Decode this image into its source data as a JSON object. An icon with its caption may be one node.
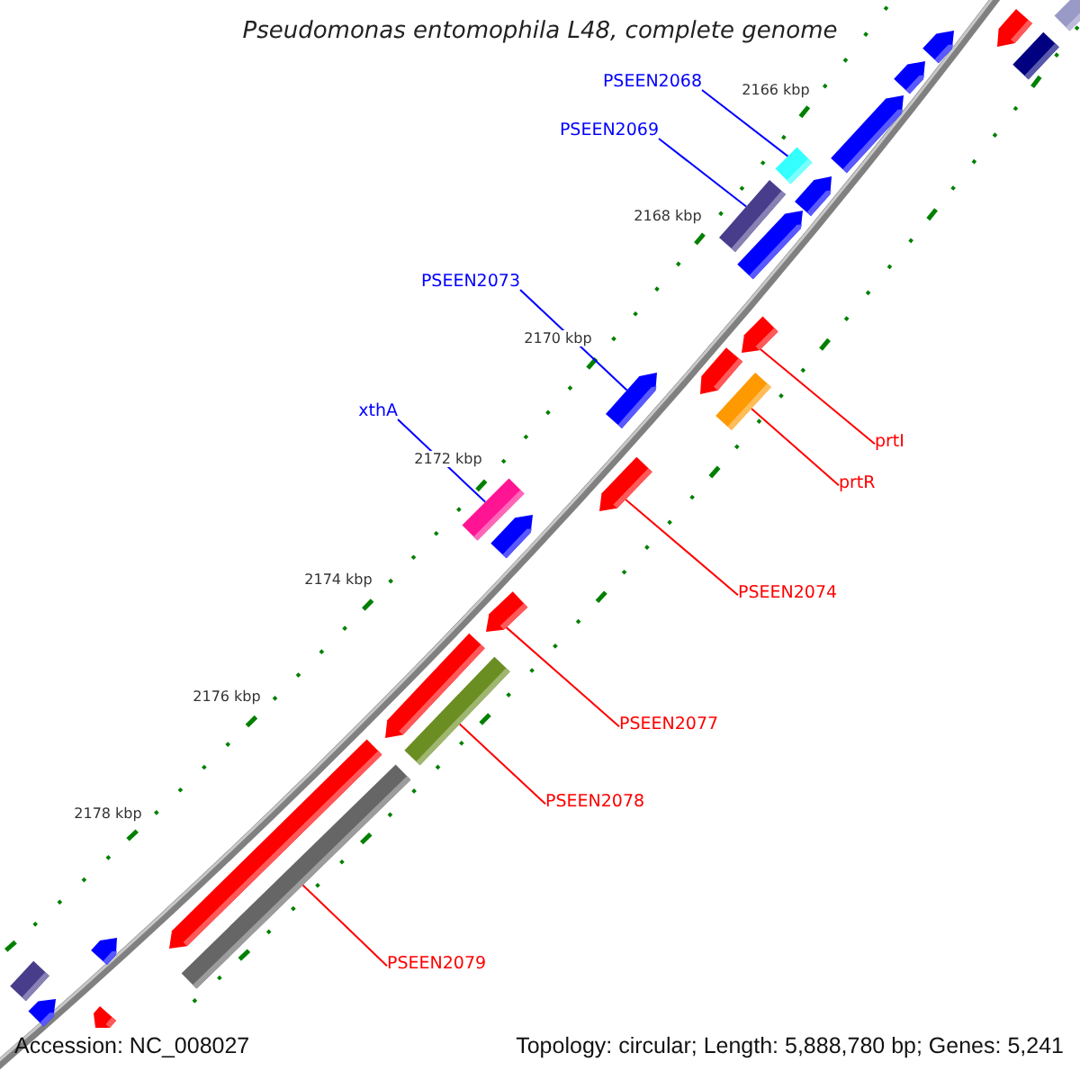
{
  "diagram": {
    "title": "Pseudomonas entomophila L48, complete genome",
    "nodes": [
      {
        "text": [
          "PSEEN2068"
        ]
      },
      {
        "text": [],
        "shape": "box"
      },
      {
        "text": [
          "PSEEN2069"
        ]
      },
      {
        "text": [],
        "shape": "box"
      },
      {
        "text": [
          "PSEEN2073"
        ]
      },
      {
        "text": [],
        "shape": "pentagon"
      },
      {
        "text": [
          "xthA"
        ]
      },
      {
        "text": [],
        "shape": "box"
      },
      {
        "text": [
          "prtI"
        ]
      },
      {
        "text": [],
        "shape": "pentagon"
      },
      {
        "text": [
          "prtR"
        ]
      },
      {
        "text": [],
        "shape": "box"
      },
      {
        "text": [
          "PSEEN2074"
        ]
      },
      {
        "text": [],
        "shape": "pentagon"
      },
      {
        "text": [
          "PSEEN2077"
        ]
      },
      {
        "text": [],
        "shape": "pentagon"
      },
      {
        "text": [
          "PSEEN2078"
        ]
      },
      {
        "text": [],
        "shape": "box"
      },
      {
        "text": [
          "PSEEN2079"
        ]
      },
      {
        "text": [],
        "shape": "box"
      },
      {
        "text": [],
        "shape": "box"
      },
      {
        "text": [],
        "shape": "pentagon"
      },
      {
        "text": [],
        "shape": "pentagon"
      },
      {
        "text": [],
        "shape": "box"
      },
      {
        "text": [],
        "shape": "pentagon"
      },
      {
        "text": [],
        "shape": "pentagon"
      },
      {
        "text": [],
        "shape": "pentagon"
      },
      {
        "text": [],
        "shape": "pentagon"
      },
      {
        "text": [],
        "shape": "pentagon"
      },
      {
        "text": [],
        "shape": "pentagon"
      },
      {
        "text": [],
        "shape": "pentagon"
      },
      {
        "text": [],
        "shape": "pentagon"
      },
      {
        "text": [],
        "shape": "pentagon"
      },
      {
        "text": [],
        "shape": "box"
      },
      {
        "text": [],
        "shape": "pentagon"
      },
      {
        "text": [],
        "shape": "pentagon"
      }
    ],
    "edges": [
      {
        "from": 0,
        "to": 1,
        "arrow": "none",
        "color": "#0000ff"
      },
      {
        "from": 2,
        "to": 3,
        "arrow": "none",
        "color": "#0000ff"
      },
      {
        "from": 4,
        "to": 5,
        "arrow": "none",
        "color": "#0000ff"
      },
      {
        "from": 6,
        "to": 7,
        "arrow": "none",
        "color": "#0000ff"
      },
      {
        "from": 8,
        "to": 9,
        "arrow": "none",
        "color": "#ff0000"
      },
      {
        "from": 10,
        "to": 11,
        "arrow": "none",
        "color": "#ff0000"
      },
      {
        "from": 12,
        "to": 13,
        "arrow": "none",
        "color": "#ff0000"
      },
      {
        "from": 14,
        "to": 15,
        "arrow": "none",
        "color": "#ff0000"
      },
      {
        "from": 16,
        "to": 17,
        "arrow": "none",
        "color": "#ff0000"
      },
      {
        "from": 18,
        "to": 19,
        "arrow": "none",
        "color": "#ff0000"
      }
    ],
    "labels": [
      "2166 kbp",
      "2168 kbp",
      "2170 kbp",
      "2172 kbp",
      "2174 kbp",
      "2176 kbp",
      "2178 kbp",
      "Accession: NC_008027",
      "Topology: circular; Length: 5,888,780 bp; Genes: 5,241"
    ]
  }
}
